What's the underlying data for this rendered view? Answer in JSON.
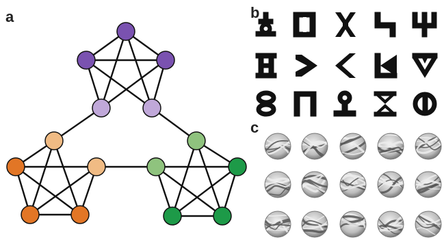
{
  "panels": {
    "a": "a",
    "b": "b",
    "c": "c"
  },
  "colors": {
    "purple_dark": "#7a52b0",
    "purple_light": "#c0a8d9",
    "orange_dark": "#e27626",
    "orange_light": "#f0bb84",
    "green_dark": "#1d9a48",
    "green_light": "#8fc37e",
    "edge": "#111111",
    "glyph": "#111111"
  },
  "graph": {
    "communities": [
      {
        "name": "purple",
        "nodes": 5,
        "bridge_nodes": 2
      },
      {
        "name": "orange",
        "nodes": 5,
        "bridge_nodes": 2
      },
      {
        "name": "green",
        "nodes": 5,
        "bridge_nodes": 2
      }
    ]
  },
  "glyph_grid": {
    "rows": 3,
    "cols": 5
  },
  "pattern_grid": {
    "rows": 3,
    "cols": 5
  }
}
